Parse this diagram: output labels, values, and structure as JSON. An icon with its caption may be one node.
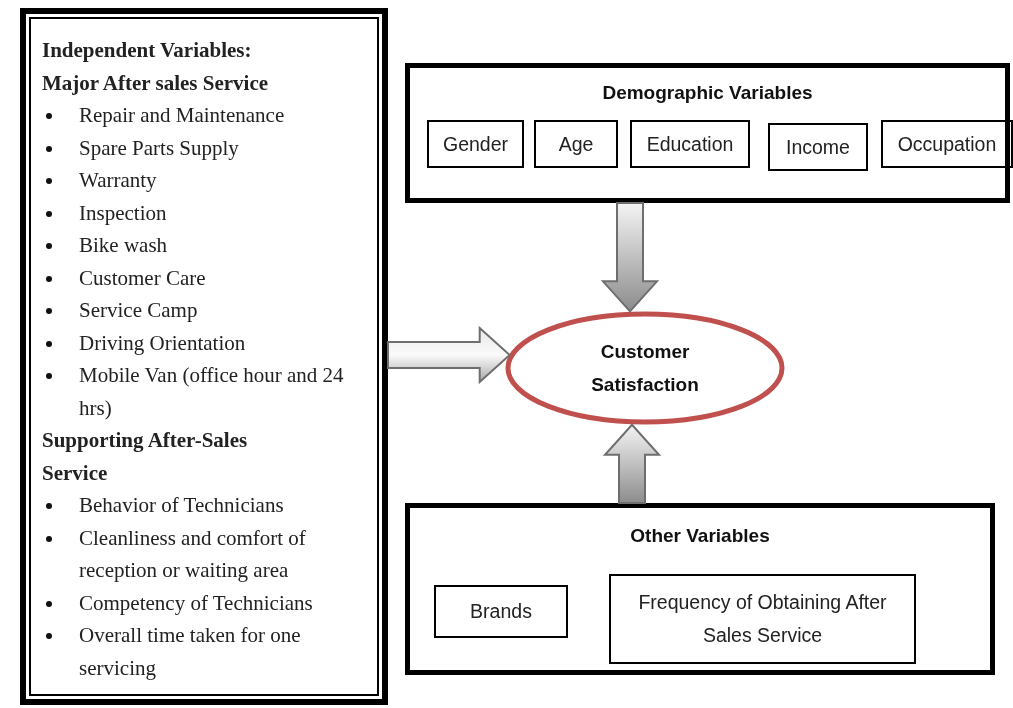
{
  "diagram": {
    "nodes": [
      {
        "text": [
          "Independent Variables:",
          "Major After sales Service",
          "Repair and Maintenance",
          "Spare Parts Supply",
          "Warranty",
          "Inspection",
          "Bike wash",
          "Customer Care",
          "Service Camp",
          "Driving Orientation",
          "Mobile Van (office hour and 24 hrs)",
          "Supporting After-Sales Service",
          "Behavior of Technicians",
          "Cleanliness and comfort of reception or waiting area",
          "Competency of Technicians",
          "Overall time taken for one servicing"
        ]
      },
      {
        "text": [
          "Demographic Variables"
        ]
      },
      {
        "text": [
          "Gender"
        ],
        "in": 1
      },
      {
        "text": [
          "Age"
        ],
        "in": 1
      },
      {
        "text": [
          "Education"
        ],
        "in": 1
      },
      {
        "text": [
          "Income"
        ],
        "in": 1
      },
      {
        "text": [
          "Occupation"
        ],
        "in": 1
      },
      {
        "text": [
          "Customer Satisfaction"
        ]
      },
      {
        "text": [
          "Other Variables"
        ]
      },
      {
        "text": [
          "Brands"
        ],
        "in": 8
      },
      {
        "text": [
          "Frequency of Obtaining After Sales Service"
        ],
        "in": 8
      }
    ],
    "edges": [
      {
        "from": 1,
        "to": 7,
        "arrow": "to",
        "style": "thick"
      },
      {
        "from": 0,
        "to": 7,
        "arrow": "to",
        "style": "thick"
      },
      {
        "from": 8,
        "to": 7,
        "arrow": "to",
        "style": "thick"
      }
    ]
  }
}
